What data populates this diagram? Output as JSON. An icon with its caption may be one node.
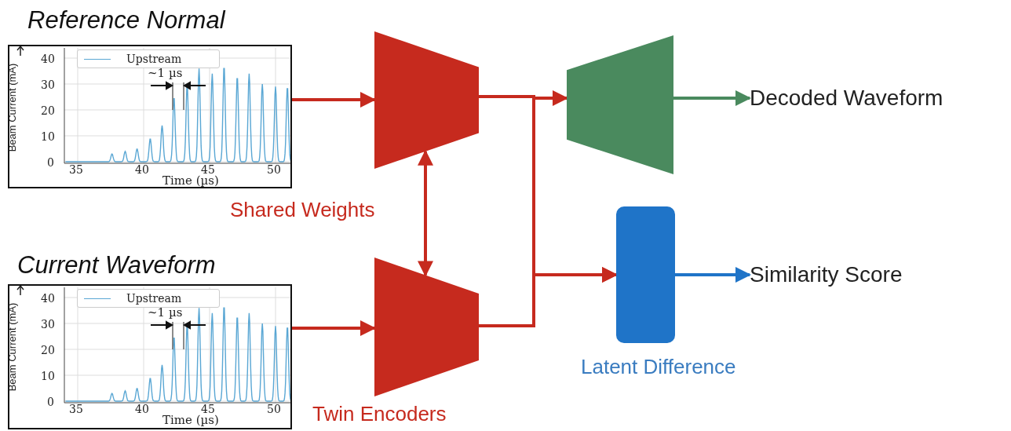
{
  "diagram": {
    "nodes": [
      {
        "text": [
          "Reference Normal"
        ]
      },
      {
        "text": [
          "Current Waveform"
        ]
      },
      {
        "text": [],
        "shape": "trapezoid"
      },
      {
        "text": [],
        "shape": "trapezoid",
        "beside": [
          "Twin Encoders"
        ]
      },
      {
        "text": [],
        "shape": "trapezoid"
      },
      {
        "text": [],
        "shape": "box",
        "beside": [
          "Latent Difference"
        ]
      },
      {
        "text": [
          "Decoded Waveform"
        ]
      },
      {
        "text": [
          "Similarity Score"
        ]
      }
    ],
    "edges": [
      {
        "from": 0,
        "to": 2,
        "arrow": "to"
      },
      {
        "from": 1,
        "to": 3,
        "arrow": "to"
      },
      {
        "from": 2,
        "to": 3,
        "arrow": "both",
        "label": "Shared Weights"
      },
      {
        "from": 2,
        "to": 4,
        "arrow": "to"
      },
      {
        "from": 2,
        "to": 5,
        "arrow": "to"
      },
      {
        "from": 3,
        "to": 5,
        "arrow": "to"
      },
      {
        "from": 4,
        "to": 6,
        "arrow": "to",
        "color": "#4a8a5e"
      },
      {
        "from": 5,
        "to": 7,
        "arrow": "to",
        "color": "#1f74c8"
      }
    ],
    "labels": [
      "Upstream",
      "~1 µs",
      "40",
      "30",
      "20",
      "10",
      "0",
      "Beam Current (mA)",
      "35",
      "40",
      "45",
      "50",
      "Time (µs)",
      "Upstream",
      "~1 µs",
      "40",
      "30",
      "20",
      "10",
      "0",
      "Beam Current (mA)",
      "35",
      "40",
      "45",
      "50",
      "Time (µs)"
    ]
  }
}
